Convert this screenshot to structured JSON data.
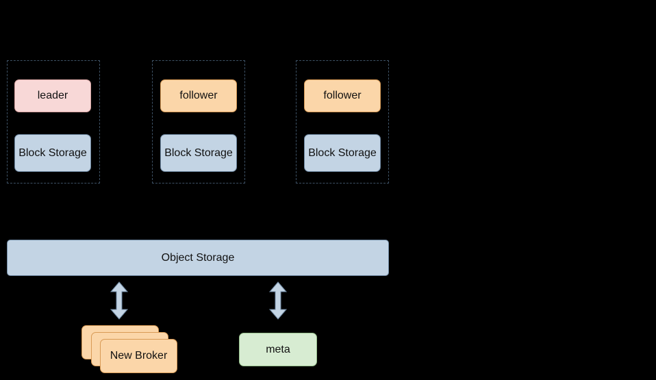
{
  "nodes": {
    "group1": {
      "role": "leader",
      "storage": "Block Storage"
    },
    "group2": {
      "role": "follower",
      "storage": "Block Storage"
    },
    "group3": {
      "role": "follower",
      "storage": "Block Storage"
    },
    "object_storage": "Object Storage",
    "new_broker": "New Broker",
    "meta": "meta"
  },
  "colors": {
    "background": "#000000",
    "leader": "#f8d8d7",
    "follower": "#fbd6a9",
    "block_storage": "#c3d4e4",
    "meta": "#d7ecd2",
    "arrow": "#c3d4e4"
  }
}
